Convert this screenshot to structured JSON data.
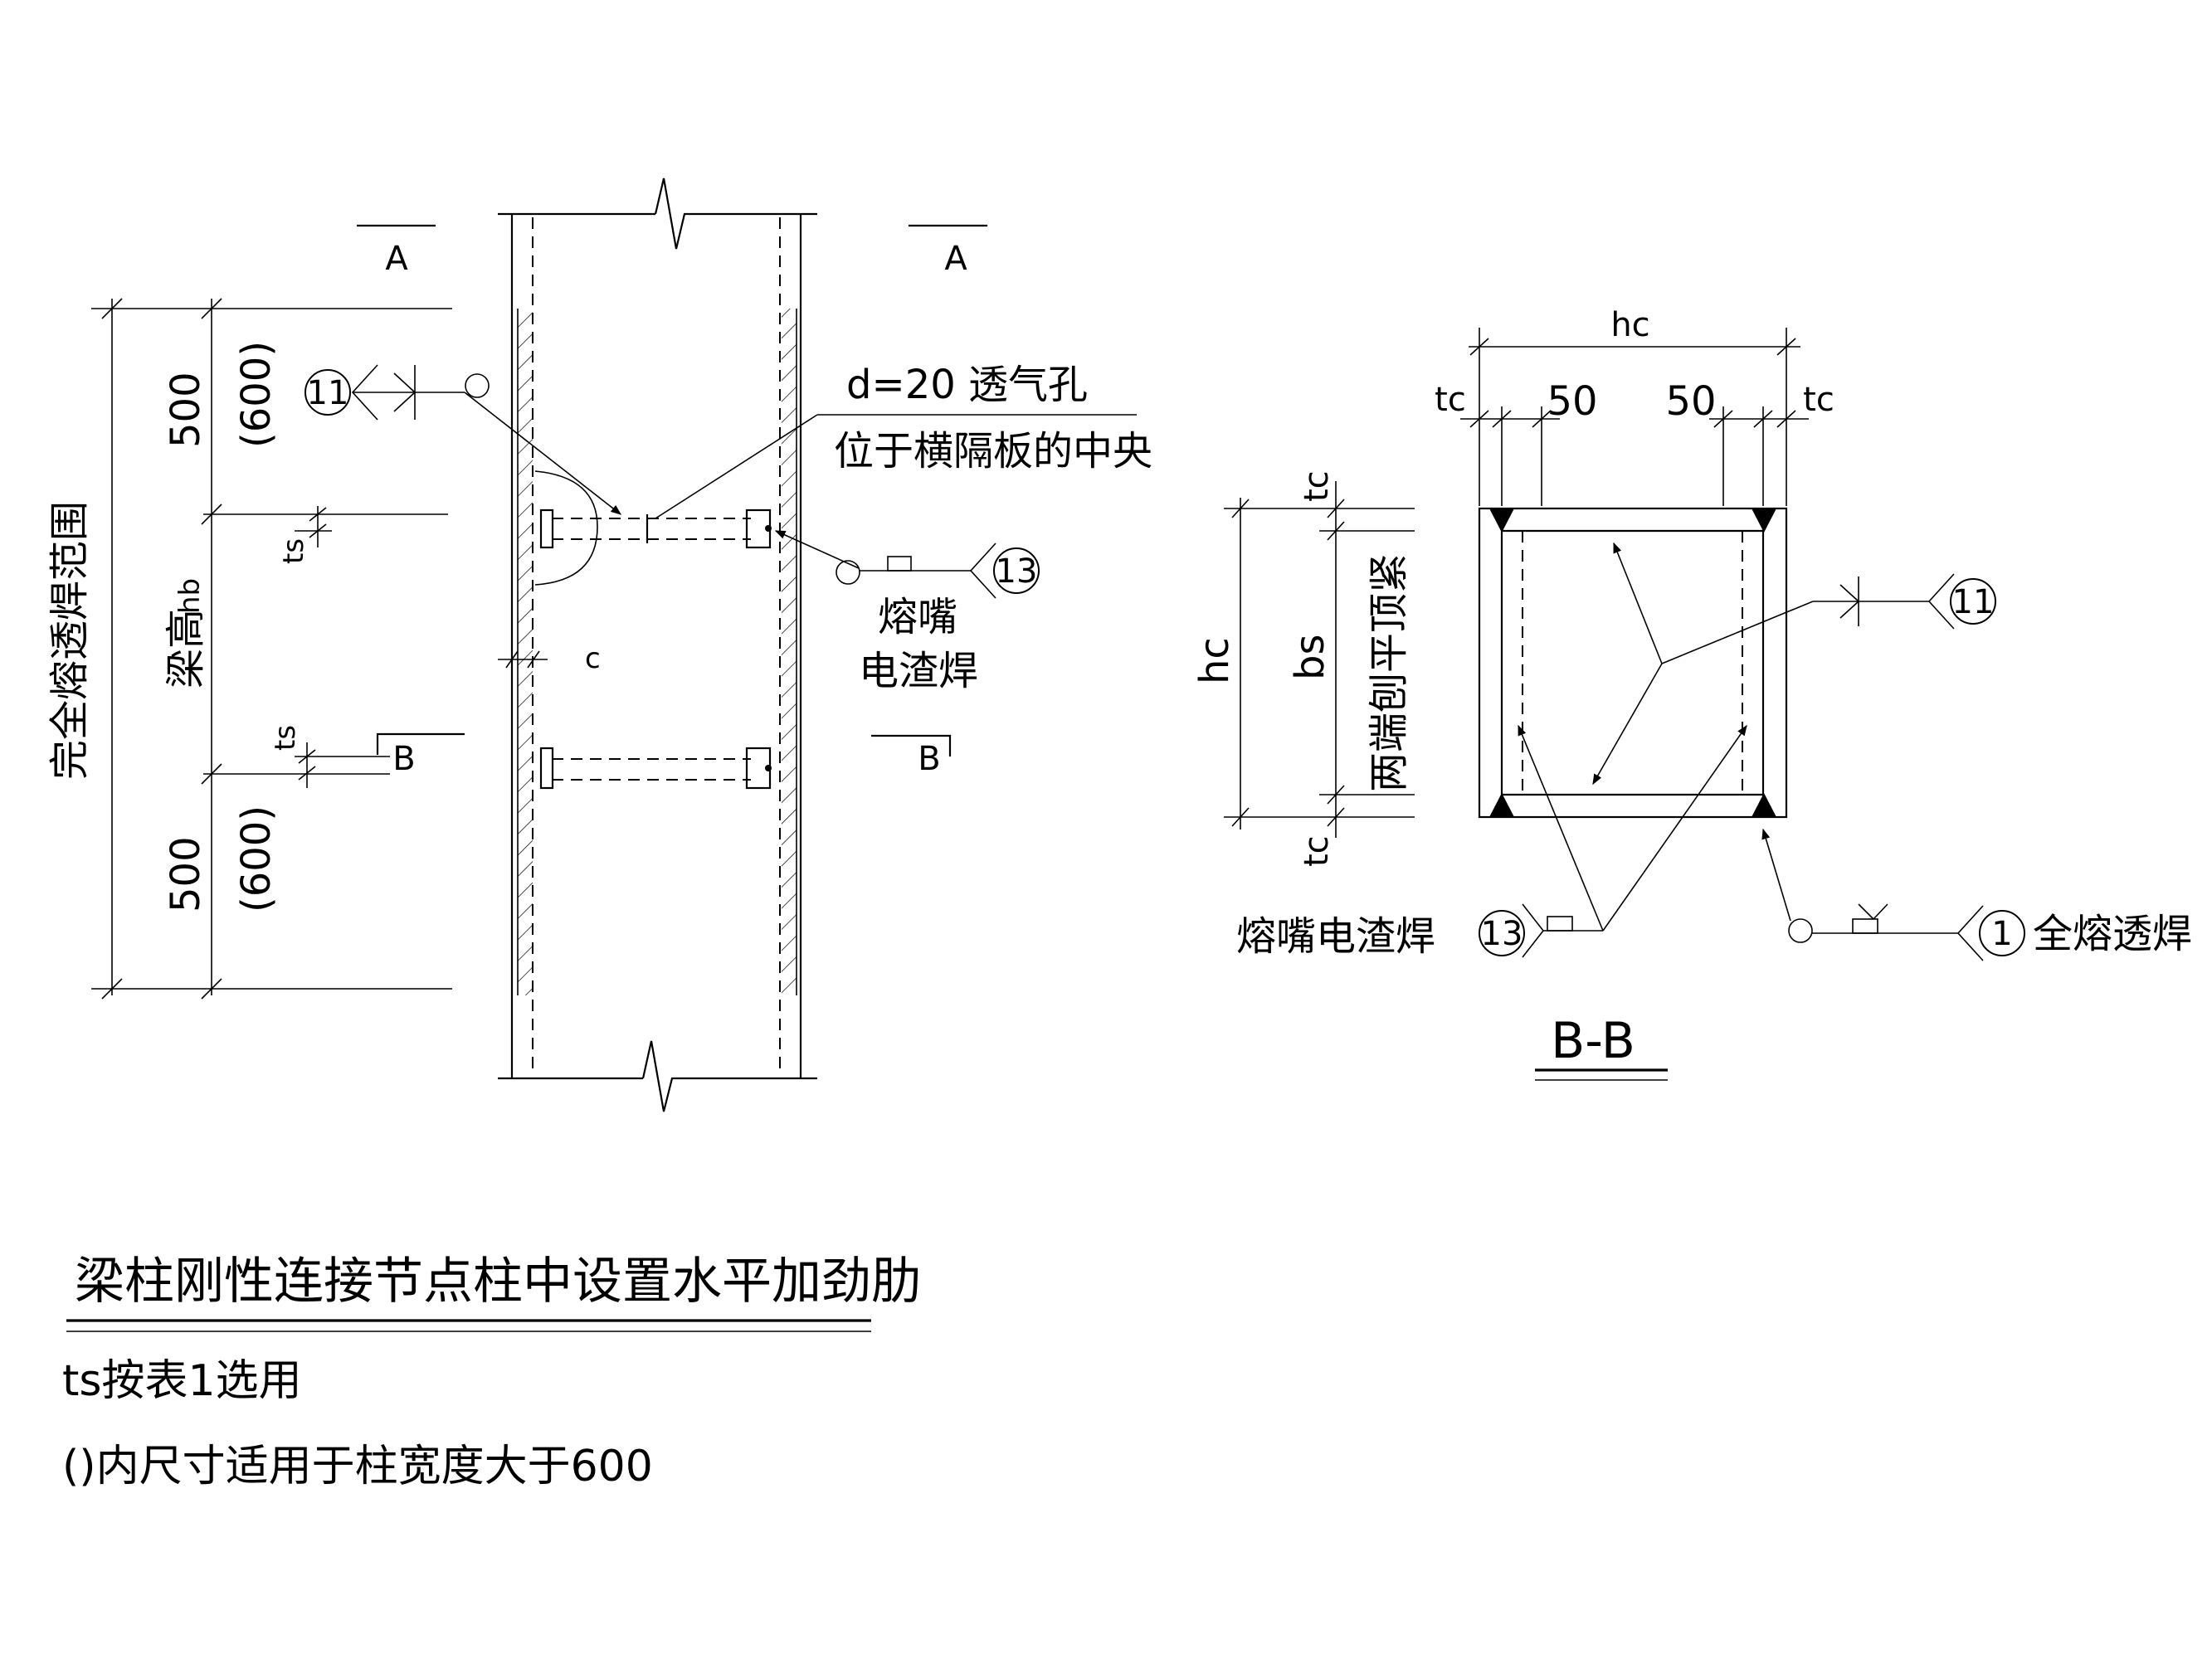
{
  "section_marks": {
    "a_left": "A",
    "a_right": "A",
    "b_left": "B",
    "b_right": "B"
  },
  "elevation": {
    "dim_top": "500",
    "dim_top_alt": "(600)",
    "dim_bottom": "500",
    "dim_bottom_alt": "(600)",
    "range_label": "完全熔透焊范围",
    "beam_height_label": "梁高",
    "beam_height_sym": "hb",
    "ts_top": "ts",
    "ts_bottom": "ts",
    "c_label": "c",
    "hole_line1": "d=20  透气孔",
    "hole_line2": "位于横隔板的中央",
    "weld_ref_11": "11",
    "weld_ref_13": "13",
    "esw_line1": "熔嘴",
    "esw_line2": "电渣焊"
  },
  "section": {
    "title": "B-B",
    "hc_top": "hc",
    "tc_left": "tc",
    "tc_right": "tc",
    "dim_50_left": "50",
    "dim_50_right": "50",
    "hc_side": "hc",
    "bs": "bs",
    "tc_top": "tc",
    "tc_bottom": "tc",
    "plane_note": "两端刨平顶紧",
    "weld_ref_11": "11",
    "weld_ref_13": "13",
    "weld_ref_1": "1",
    "esw_label": "熔嘴电渣焊",
    "full_pen_label": "全熔透焊"
  },
  "main_title": "梁柱刚性连接节点柱中设置水平加劲肋",
  "notes": [
    "ts按表1选用",
    "()内尺寸适用于柱宽度大于600"
  ]
}
